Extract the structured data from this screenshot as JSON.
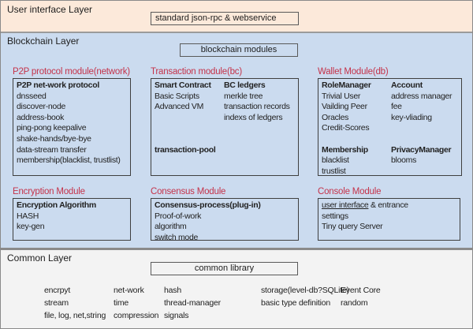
{
  "colors": {
    "ui_layer_bg": "#fce9da",
    "blockchain_layer_bg": "#cbdbef",
    "common_layer_bg": "#f3f3f3",
    "module_title_red": "#c5334a",
    "text": "#222222",
    "box_border": "#3f3f3f"
  },
  "layers": {
    "ui": {
      "label": "User interface Layer",
      "pill": "standard json-rpc & webservice"
    },
    "blockchain": {
      "label": "Blockchain Layer",
      "pill": "blockchain modules",
      "modules": [
        {
          "title": "P2P protocol module(network)",
          "columns": [
            [
              {
                "text": "P2P net-work protocol",
                "bold": true
              },
              {
                "text": "dnsseed"
              },
              {
                "text": "discover-node"
              },
              {
                "text": "address-book"
              },
              {
                "text": "ping-pong keepalive"
              },
              {
                "text": "shake-hands/bye-bye"
              },
              {
                "text": "data-stream transfer"
              },
              {
                "text": "membership(blacklist, trustlist)"
              }
            ]
          ]
        },
        {
          "title": "Transaction module(bc)",
          "columns": [
            [
              {
                "text": "Smart Contract",
                "bold": true
              },
              {
                "text": "Basic Scripts"
              },
              {
                "text": "Advanced VM"
              },
              {
                "text": ""
              },
              {
                "text": ""
              },
              {
                "text": ""
              },
              {
                "text": "transaction-pool",
                "bold": true
              }
            ],
            [
              {
                "text": "BC ledgers",
                "bold": true
              },
              {
                "text": "merkle tree"
              },
              {
                "text": "transaction records"
              },
              {
                "text": "indexs of ledgers"
              }
            ]
          ]
        },
        {
          "title": "Wallet Module(db)",
          "columns": [
            [
              {
                "text": "RoleManager",
                "bold": true
              },
              {
                "text": "Trivial User"
              },
              {
                "text": "Vailding Peer"
              },
              {
                "text": "Oracles"
              },
              {
                "text": "Credit-Scores"
              },
              {
                "text": ""
              },
              {
                "text": "Membership",
                "bold": true
              },
              {
                "text": "blacklist"
              },
              {
                "text": "trustlist"
              }
            ],
            [
              {
                "text": "Account",
                "bold": true
              },
              {
                "text": "address manager"
              },
              {
                "text": "fee"
              },
              {
                "text": "key-vliading"
              },
              {
                "text": ""
              },
              {
                "text": ""
              },
              {
                "text": "PrivacyManager",
                "bold": true
              },
              {
                "text": "blooms"
              }
            ]
          ]
        },
        {
          "title": "Encryption Module",
          "columns": [
            [
              {
                "text": "Encryption Algorithm",
                "bold": true
              },
              {
                "text": "HASH"
              },
              {
                "text": "key-gen"
              }
            ]
          ]
        },
        {
          "title": "Consensus Module",
          "columns": [
            [
              {
                "text": "Consensus-process(plug-in)",
                "bold": true
              },
              {
                "text": "Proof-of-work"
              },
              {
                "text": "algorithm"
              },
              {
                "text": "switch mode"
              }
            ]
          ]
        },
        {
          "title": "Console Module",
          "columns": [
            [
              {
                "text": "user interface & entrance",
                "underline": "user interface"
              },
              {
                "text": "settings"
              },
              {
                "text": "Tiny query Server"
              }
            ]
          ]
        }
      ]
    },
    "common": {
      "label": "Common Layer",
      "pill": "common library",
      "columns": [
        [
          "encrpyt",
          "stream",
          "file, log, net,string"
        ],
        [
          "net-work",
          "time",
          "compression"
        ],
        [
          "hash",
          "thread-manager",
          "signals"
        ],
        [
          "storage(level-db?SQLite)",
          "basic type definition"
        ],
        [
          "Event Core",
          "random"
        ]
      ]
    }
  }
}
